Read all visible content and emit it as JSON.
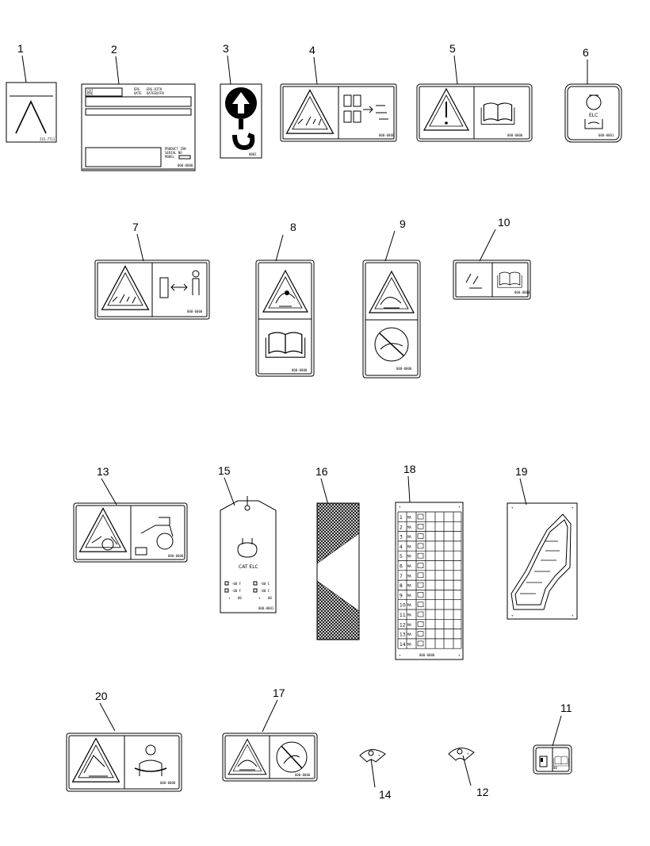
{
  "callouts": [
    "1",
    "2",
    "3",
    "4",
    "5",
    "6",
    "7",
    "8",
    "9",
    "10",
    "11",
    "12",
    "13",
    "14",
    "15",
    "16",
    "17",
    "18",
    "19",
    "20"
  ],
  "decal15_text": "CAT ELC",
  "decal6_text": "ELC",
  "decal18": {
    "rows": [
      "1",
      "2",
      "3",
      "4",
      "5",
      "6",
      "7",
      "8",
      "9",
      "10",
      "11",
      "12",
      "13",
      "14"
    ],
    "col_label": "MA"
  }
}
